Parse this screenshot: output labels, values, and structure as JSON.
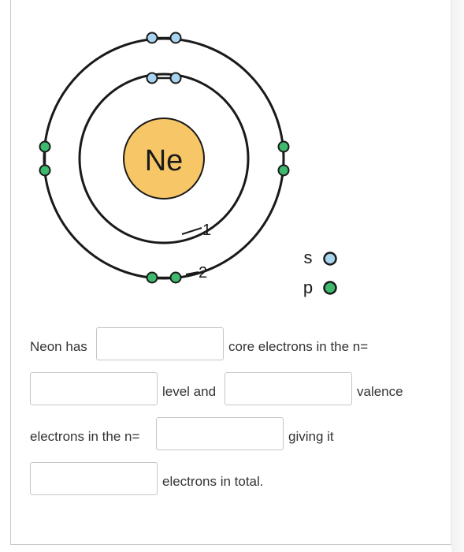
{
  "diagram": {
    "nucleus_label": "Ne",
    "shell_labels": [
      "1",
      "2"
    ],
    "legend": [
      {
        "label": "s",
        "color": "#a9d4ef"
      },
      {
        "label": "p",
        "color": "#3fb96d"
      }
    ],
    "colors": {
      "nucleus_fill": "#f7c667",
      "s_electron": "#a9d4ef",
      "p_electron": "#3fb96d",
      "stroke": "#1a1a1a"
    }
  },
  "question": {
    "t1": "Neon has",
    "t2": "core electrons in the n=",
    "t3": "level and",
    "t4": "valence",
    "t5": "electrons in the n=",
    "t6": "giving it",
    "t7": "electrons in total."
  },
  "inputs": {
    "core_electrons": "",
    "core_level": "",
    "valence_electrons": "",
    "valence_level": "",
    "total_electrons": ""
  }
}
